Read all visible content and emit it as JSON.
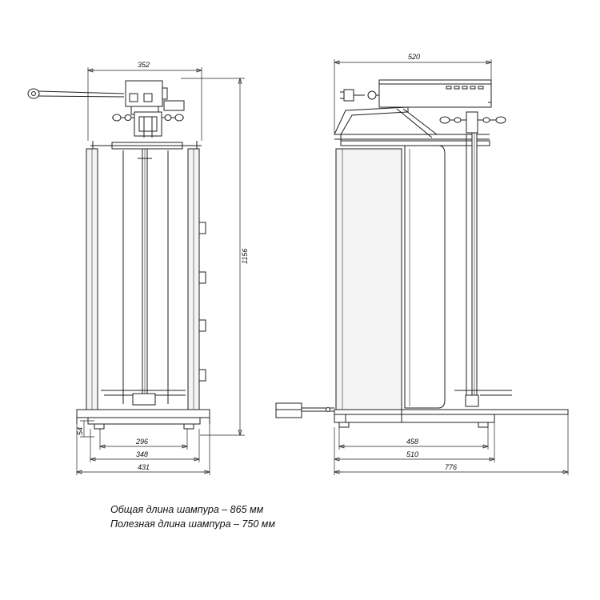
{
  "dimensions": {
    "front_width_top": "352",
    "front_height": "1156",
    "front_base_height": "54",
    "front_inner_296": "296",
    "front_inner_348": "348",
    "front_total_431": "431",
    "side_top_520": "520",
    "side_458": "458",
    "side_510": "510",
    "side_total_776": "776"
  },
  "notes": {
    "skewer_total": "Общая длина шампура – 865 мм",
    "skewer_useful": "Полезная длина шампура – 750 мм"
  }
}
